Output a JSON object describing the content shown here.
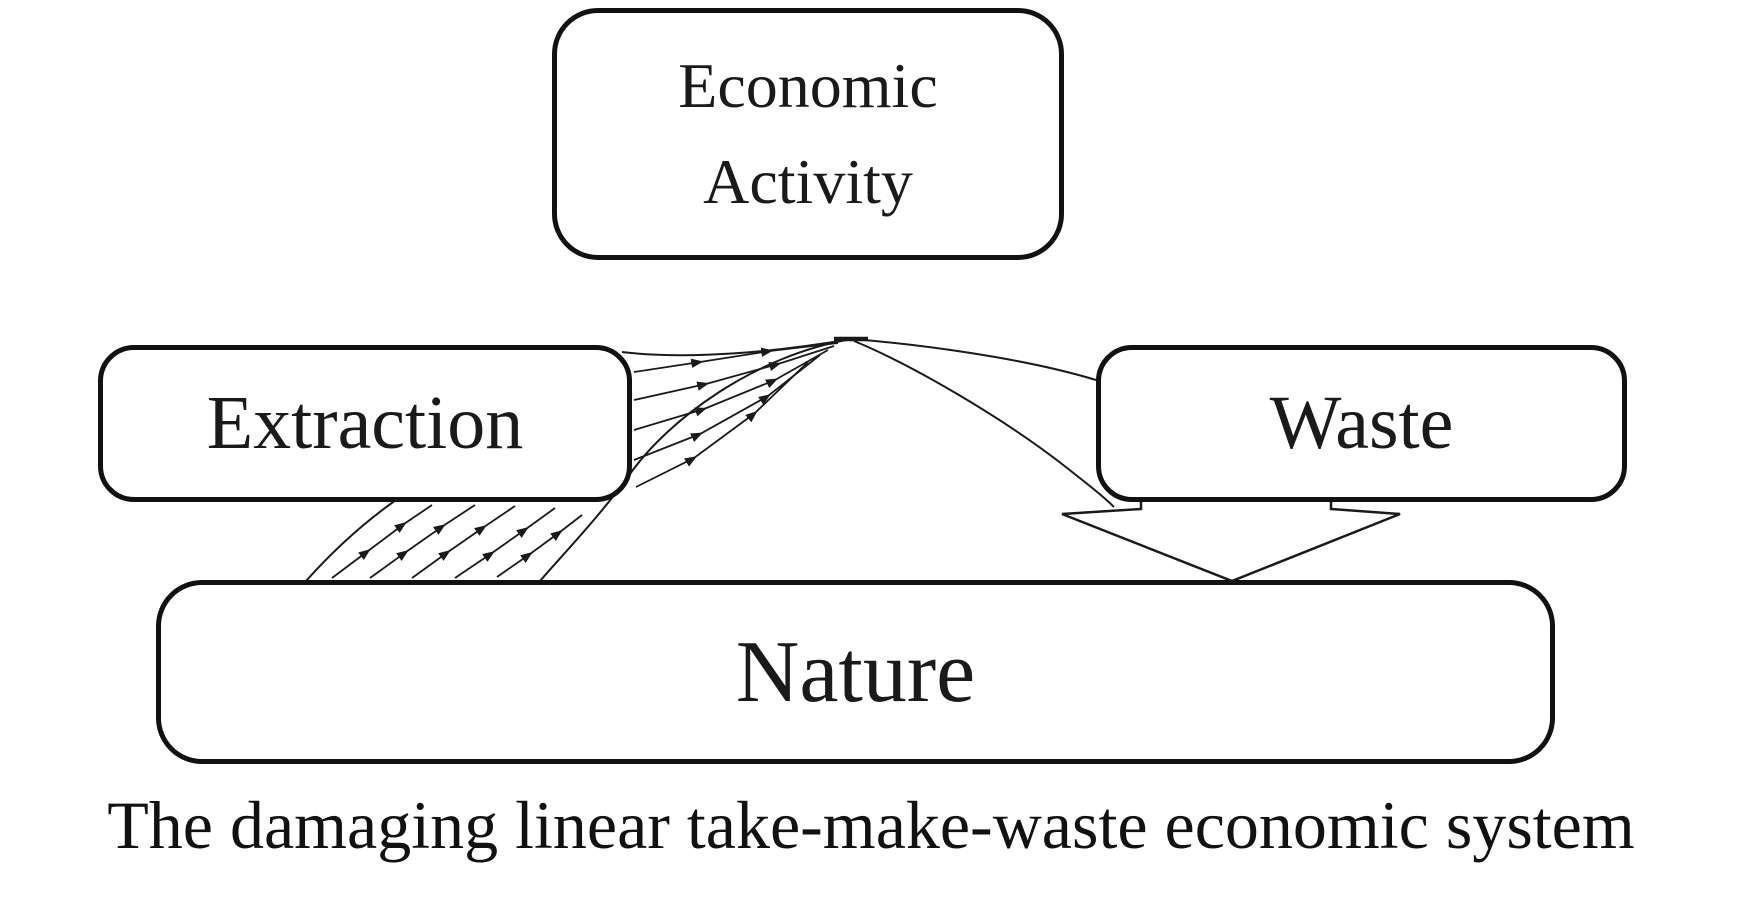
{
  "diagram": {
    "caption": "The damaging linear take-make-waste economic system",
    "nodes": {
      "economic_activity": {
        "label": "Economic Activity",
        "lines": [
          "Economic",
          "Activity"
        ]
      },
      "extraction": {
        "label": "Extraction"
      },
      "waste": {
        "label": "Waste"
      },
      "nature": {
        "label": "Nature"
      }
    },
    "edges": [
      {
        "from": "Nature",
        "via": "Extraction",
        "to": "Economic Activity",
        "style": "hatched-band-arrow"
      },
      {
        "from": "Economic Activity",
        "to": "Waste",
        "style": "tapered-arc"
      },
      {
        "from": "Waste",
        "to": "Nature",
        "style": "hollow-block-arrow"
      }
    ],
    "colors": {
      "ink": "#1a1a1a",
      "background": "#ffffff",
      "box_fill": "#ffffff"
    }
  }
}
